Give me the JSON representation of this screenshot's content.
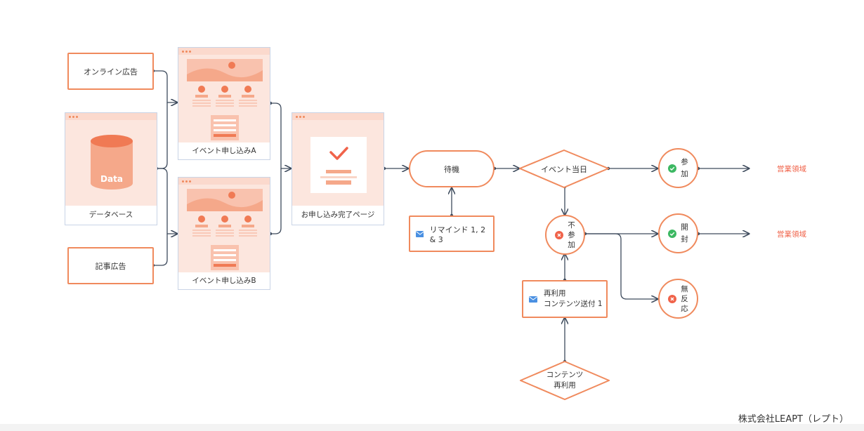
{
  "sources": {
    "online_ad": "オンライン広告",
    "database": "データベース",
    "database_icon_text": "Data",
    "article_ad": "記事広告"
  },
  "pages": {
    "event_a": "イベント申し込みA",
    "event_b": "イベント申し込みB",
    "complete": "お申し込み完了ページ"
  },
  "flow": {
    "waiting": "待機",
    "remind": "リマインド 1, 2 & 3",
    "event_day": "イベント当日",
    "attend": "参\n加",
    "not_attend": "不\n参\n加",
    "reuse_line1": "再利用",
    "reuse_line2": "コンテンツ送付 1",
    "content_line1": "コンテンツ",
    "content_line2": "再利用",
    "opened": "開\n封",
    "no_response": "無\n反\n応",
    "sales_1": "営業領域",
    "sales_2": "営業領域"
  },
  "colors": {
    "accent": "#f08a5d",
    "pale": "#fce6de",
    "arrow": "#3d4a5c",
    "green": "#3cb862",
    "red": "#f0634a",
    "mail": "#4a90e2"
  },
  "icons": [
    "database-icon",
    "check-circle-icon",
    "x-circle-icon",
    "mail-icon"
  ],
  "credit": "株式会社LEAPT（レプト）"
}
